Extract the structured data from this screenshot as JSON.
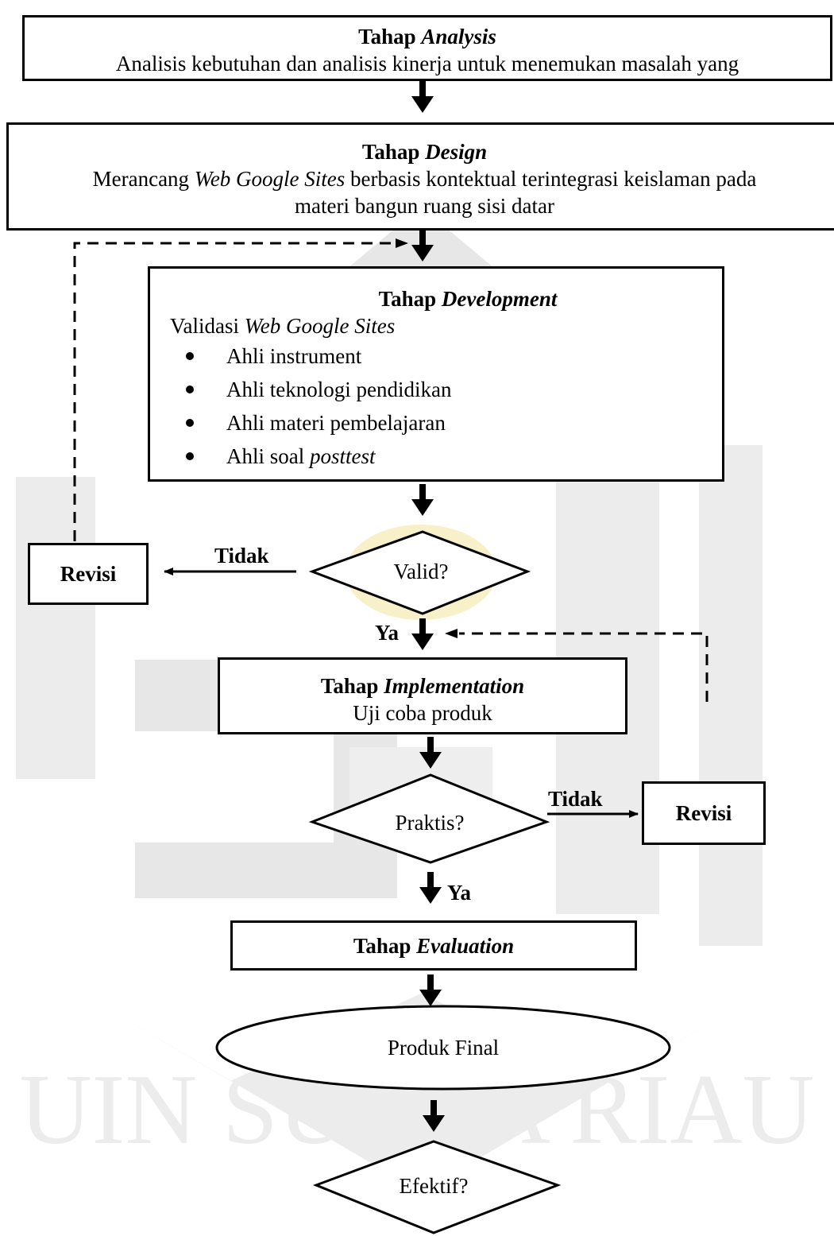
{
  "watermark": {
    "colors": {
      "shapes": "#e7e7e7",
      "text": "#ececec",
      "emblem": "#f7f0c8"
    },
    "text": "UIN SUSKA RIAU"
  },
  "analysis": {
    "prefix": "Tahap",
    "name": "Analysis",
    "desc": "Analisis kebutuhan dan analisis kinerja untuk menemukan masalah yang"
  },
  "design": {
    "prefix": "Tahap",
    "name": "Design",
    "desc_pre": "Merancang",
    "desc_italic": "Web Google Sites",
    "desc_post": "berbasis kontektual terintegrasi keislaman pada",
    "desc_line2": "materi bangun ruang sisi datar"
  },
  "development": {
    "prefix": "Tahap",
    "name": "Development",
    "intro_pre": "Validasi",
    "intro_italic": "Web Google Sites",
    "items": [
      {
        "text": "Ahli instrument",
        "italic": ""
      },
      {
        "text": "Ahli teknologi pendidikan",
        "italic": ""
      },
      {
        "text": "Ahli materi pembelajaran",
        "italic": ""
      },
      {
        "text": "Ahli soal",
        "italic": "posttest"
      }
    ]
  },
  "decision_valid": {
    "label": "Valid?",
    "no": "Tidak",
    "yes": "Ya"
  },
  "revisi_left": "Revisi",
  "implementation": {
    "prefix": "Tahap",
    "name": "Implementation",
    "desc": "Uji coba produk"
  },
  "decision_praktis": {
    "label": "Praktis?",
    "no": "Tidak",
    "yes": "Ya"
  },
  "revisi_right": "Revisi",
  "evaluation": {
    "prefix": "Tahap",
    "name": "Evaluation"
  },
  "final": "Produk Final",
  "decision_efektif": {
    "label": "Efektif?"
  }
}
